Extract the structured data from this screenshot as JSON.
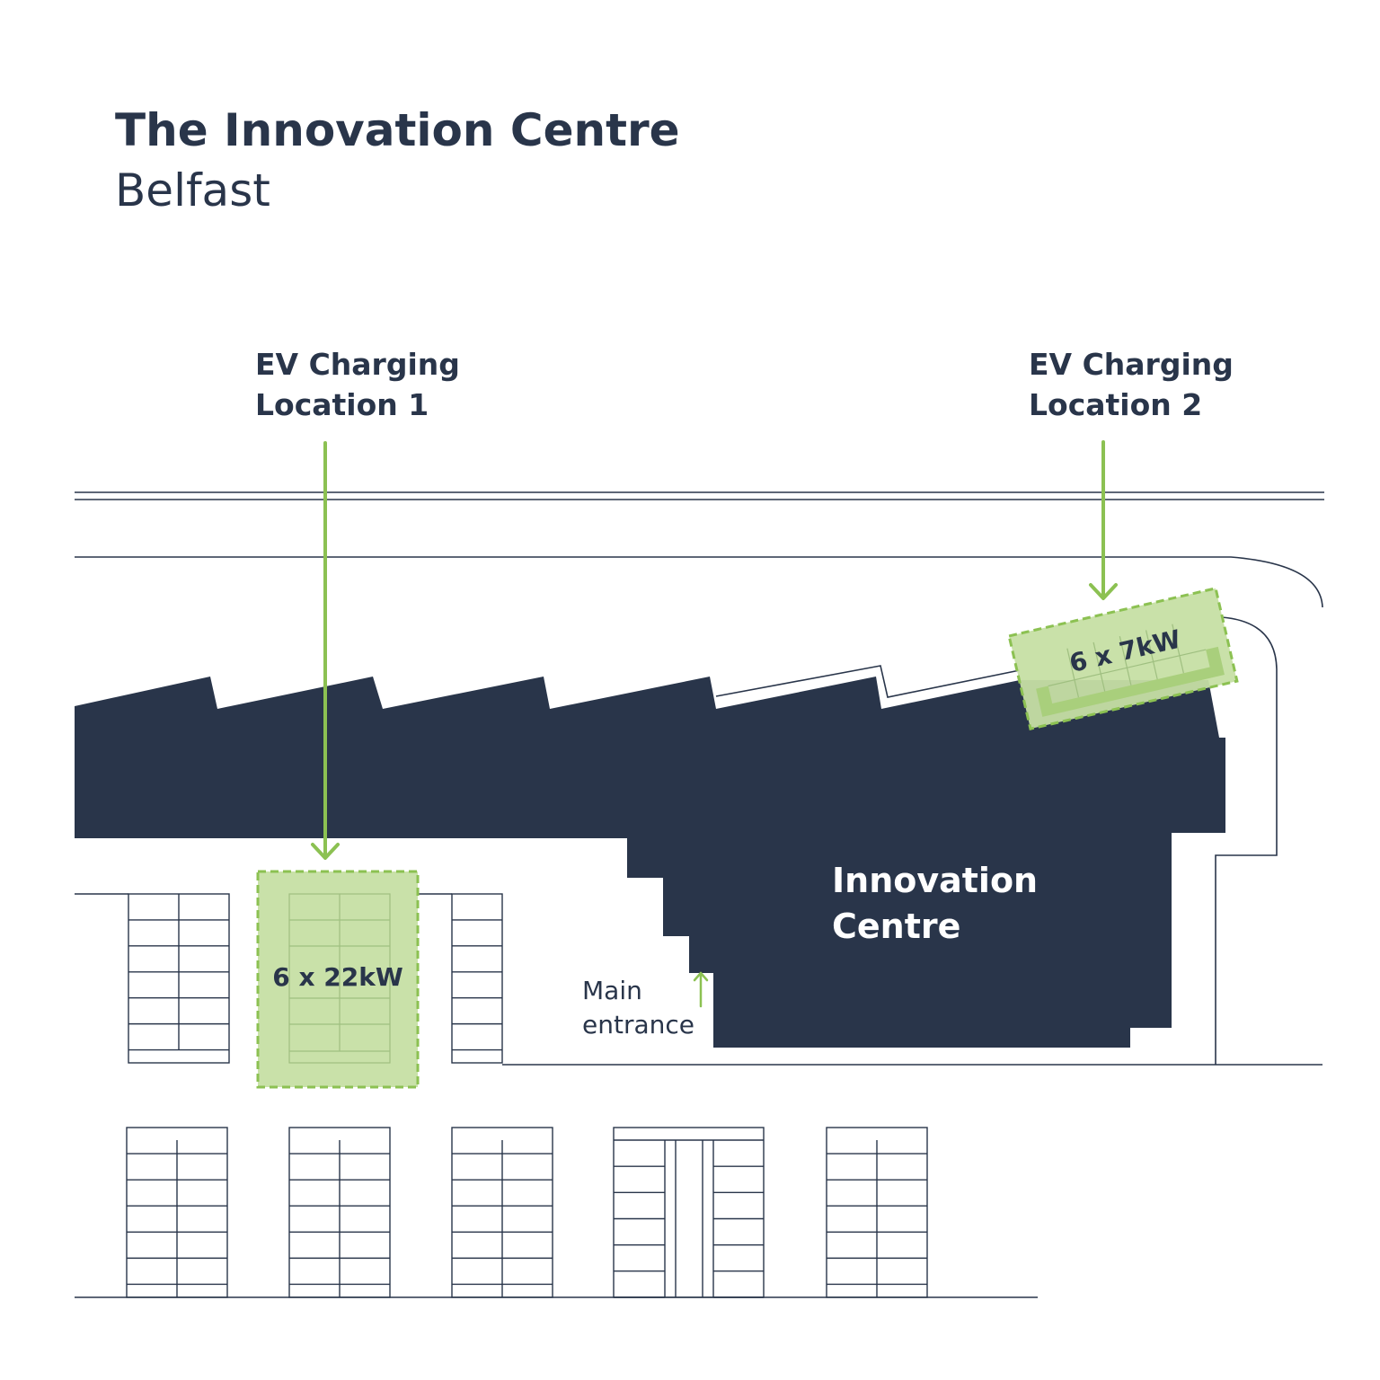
{
  "header": {
    "title": "The Innovation Centre",
    "subtitle": "Belfast"
  },
  "locations": [
    {
      "callout_line1": "EV Charging",
      "callout_line2": "Location 1",
      "bay_label": "6 x 22kW"
    },
    {
      "callout_line1": "EV Charging",
      "callout_line2": "Location 2",
      "bay_label": "6 x 7kW"
    }
  ],
  "building": {
    "label_line1": "Innovation",
    "label_line2": "Centre"
  },
  "entrance": {
    "label_line1": "Main",
    "label_line2": "entrance"
  },
  "colors": {
    "building": "#29354a",
    "charging_fill": "#c6dfa4",
    "charging_border": "#8cc152",
    "arrow": "#8cc152",
    "text": "#29354a"
  }
}
